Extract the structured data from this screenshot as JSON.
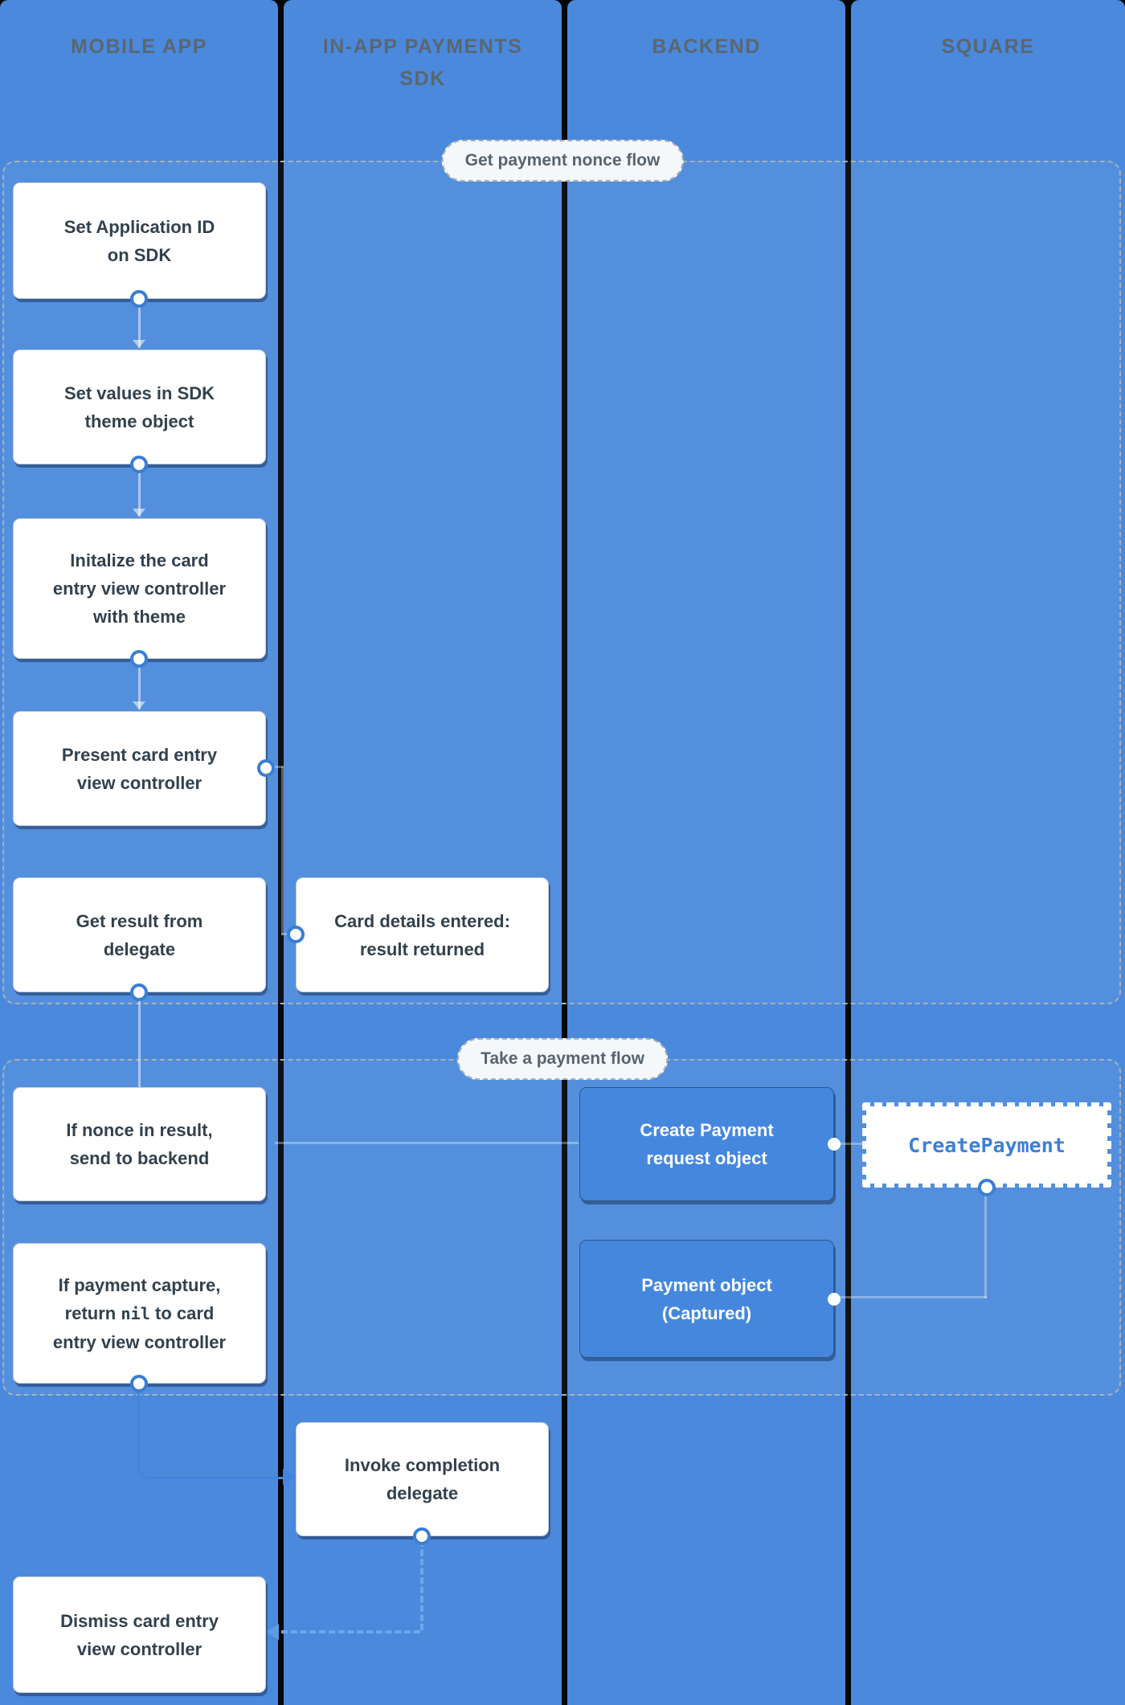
{
  "lanes": [
    {
      "label": "MOBILE APP"
    },
    {
      "label": "IN-APP PAYMENTS SDK"
    },
    {
      "label": "BACKEND"
    },
    {
      "label": "SQUARE"
    }
  ],
  "groups": [
    {
      "label": "Get payment nonce flow"
    },
    {
      "label": "Take a payment flow"
    }
  ],
  "boxes": {
    "set_app_id": {
      "lines": [
        "Set Application ID",
        "on SDK"
      ]
    },
    "set_theme": {
      "lines": [
        "Set values in SDK",
        "theme object"
      ]
    },
    "init_card": {
      "lines": [
        "Initalize the card",
        "entry view controller",
        "with theme"
      ]
    },
    "present_card": {
      "lines": [
        "Present card entry",
        "view controller"
      ]
    },
    "get_result": {
      "lines": [
        "Get result from",
        "delegate"
      ]
    },
    "card_details": {
      "lines": [
        "Card details entered:",
        "result returned"
      ]
    },
    "if_nonce": {
      "lines": [
        "If nonce in result,",
        "send to backend"
      ]
    },
    "create_request": {
      "lines": [
        "Create Payment",
        "request object"
      ]
    },
    "create_payment": {
      "lines": [
        "CreatePayment"
      ]
    },
    "payment_object": {
      "lines": [
        "Payment object",
        "(Captured)"
      ]
    },
    "if_capture": {
      "lines": [
        "If payment capture,",
        "return `nil` to card",
        "entry view controller"
      ]
    },
    "invoke_delegate": {
      "lines": [
        "Invoke completion",
        "delegate"
      ]
    },
    "dismiss": {
      "lines": [
        "Dismiss card entry",
        "view controller"
      ]
    }
  },
  "colors": {
    "lane_blue": "#4a89dc",
    "box_text": "#32414e",
    "header_text": "#5b6670",
    "accent_blue": "#3a7ed2",
    "mono_blue": "#3d7fd8"
  }
}
